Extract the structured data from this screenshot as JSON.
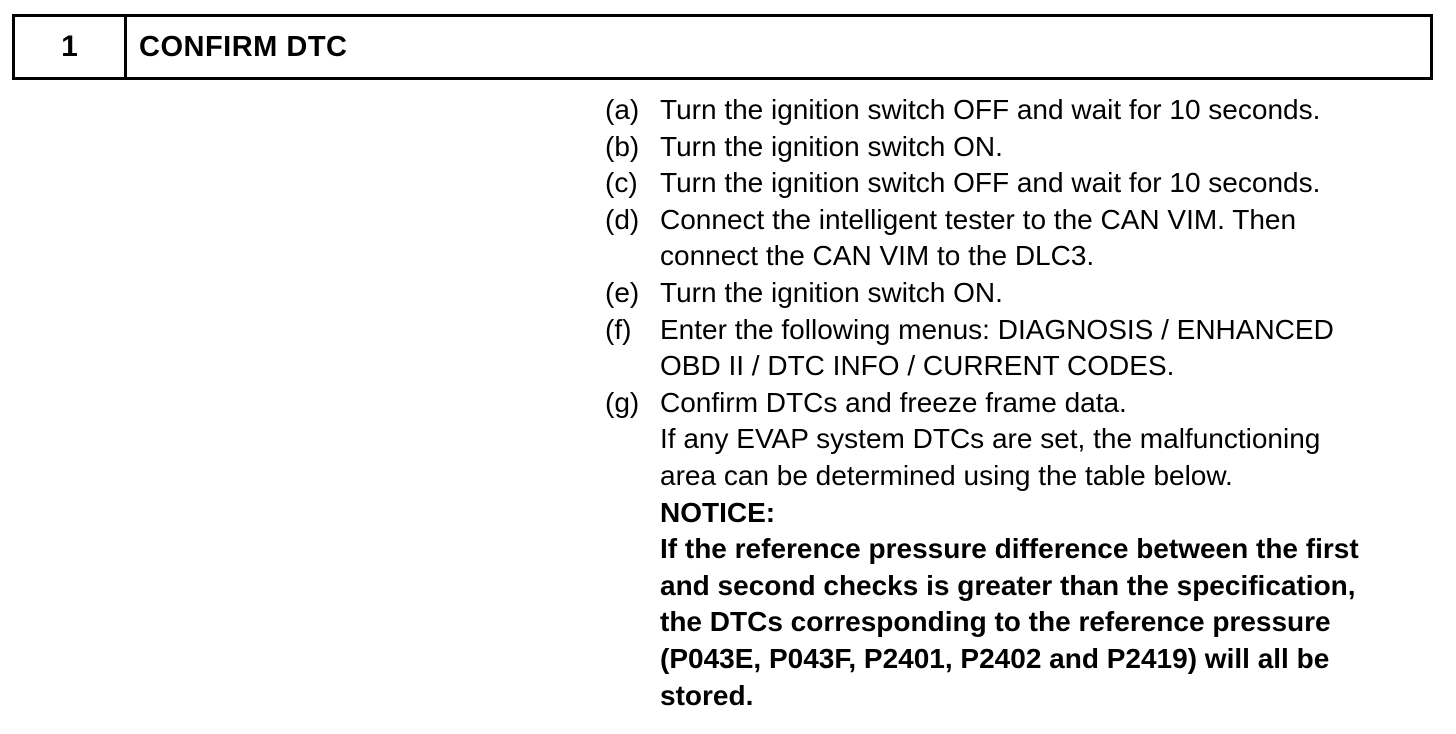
{
  "page": {
    "background": "#ffffff",
    "text_color": "#000000",
    "border_color": "#000000"
  },
  "header": {
    "step_number": "1",
    "title": "CONFIRM DTC"
  },
  "procedure": {
    "steps": [
      {
        "label": "(a)",
        "text": "Turn the ignition switch OFF and wait for 10 seconds."
      },
      {
        "label": "(b)",
        "text": "Turn the ignition switch ON."
      },
      {
        "label": "(c)",
        "text": "Turn the ignition switch OFF and wait for 10 seconds."
      },
      {
        "label": "(d)",
        "text": "Connect the intelligent tester to the CAN VIM. Then\nconnect the CAN VIM to the DLC3."
      },
      {
        "label": "(e)",
        "text": "Turn the ignition switch ON."
      },
      {
        "label": "(f)",
        "text": "Enter the following menus: DIAGNOSIS / ENHANCED\nOBD II / DTC INFO / CURRENT CODES."
      },
      {
        "label": "(g)",
        "text": "Confirm DTCs and freeze frame data.\nIf any EVAP system DTCs are set, the malfunctioning\narea can be determined using the table below."
      }
    ],
    "notice": {
      "heading": "NOTICE:",
      "body": "If the reference pressure difference between the first\nand second checks is greater than the specification,\nthe DTCs corresponding to the reference pressure\n(P043E, P043F, P2401, P2402 and P2419) will all be\nstored."
    }
  }
}
